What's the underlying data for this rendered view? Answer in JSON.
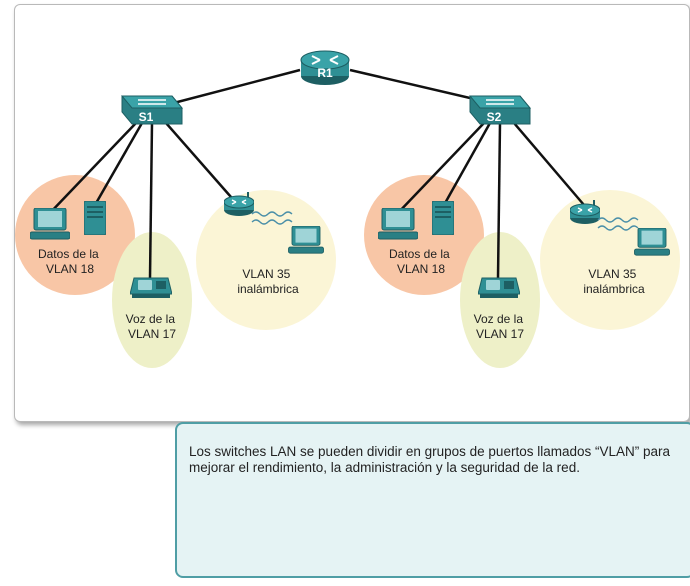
{
  "colors": {
    "data_zone": "#f8c6a6",
    "voice_zone": "#eef0c8",
    "wireless_zone": "#fbf5d6",
    "device_teal": "#2f8f94",
    "link": "#111111",
    "caption_bg": "#e5f3f4",
    "caption_border": "#4f9ea5"
  },
  "devices": {
    "router": "R1",
    "switch_left": "S1",
    "switch_right": "S2"
  },
  "zones": {
    "left_data": [
      "Datos de la",
      "VLAN 18"
    ],
    "left_voice": [
      "Voz de la",
      "VLAN 17"
    ],
    "left_wireless": [
      "VLAN 35",
      "inalámbrica"
    ],
    "right_data": [
      "Datos de la",
      "VLAN 18"
    ],
    "right_voice": [
      "Voz de la",
      "VLAN 17"
    ],
    "right_wireless": [
      "VLAN 35",
      "inalámbrica"
    ]
  },
  "icons": {
    "router": "router-icon",
    "switch": "switch-icon",
    "pc": "desktop-computer-icon",
    "server": "server-icon",
    "phone": "ip-phone-icon",
    "wireless_router": "wireless-router-icon",
    "wireless_signal": "wireless-signal-icon"
  },
  "caption": "Los switches LAN se pueden dividir en grupos de puertos llamados “VLAN” para mejorar el rendimiento, la administración y la seguridad de la red."
}
